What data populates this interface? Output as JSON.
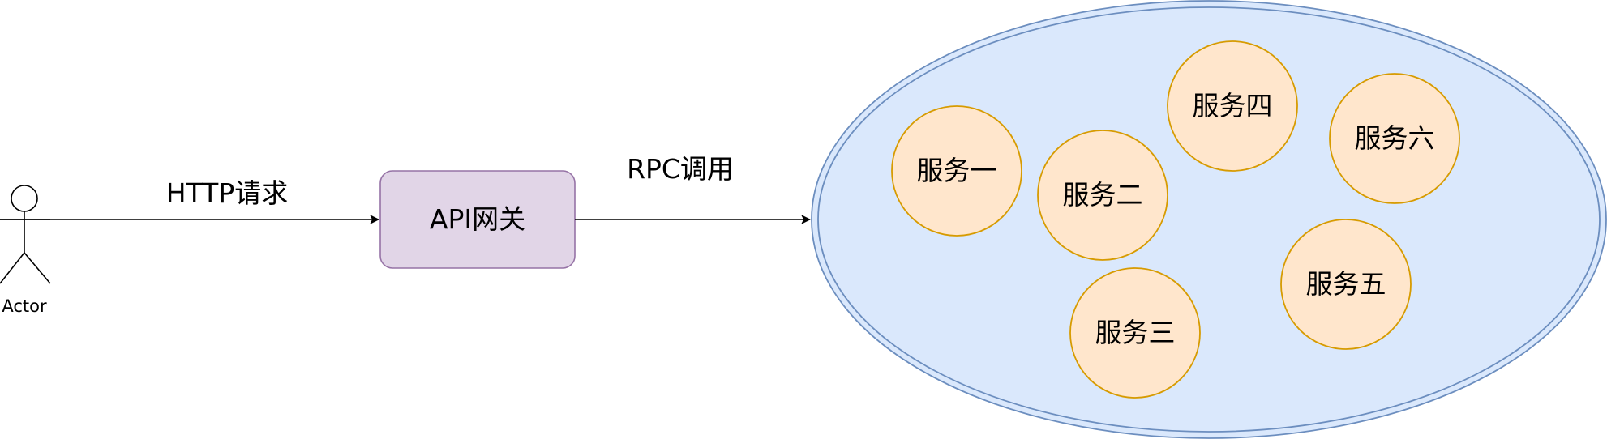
{
  "diagram": {
    "actor": {
      "label": "Actor"
    },
    "edges": {
      "http": {
        "label": "HTTP请求"
      },
      "rpc": {
        "label": "RPC调用"
      }
    },
    "gateway": {
      "label": "API网关",
      "fill": "#e1d5e7",
      "stroke": "#9673a6"
    },
    "cluster": {
      "fill": "#dae8fc",
      "stroke": "#6c8ebf"
    },
    "services": {
      "fill": "#ffe6cc",
      "stroke": "#d79b00",
      "s1": "服务一",
      "s2": "服务二",
      "s3": "服务三",
      "s4": "服务四",
      "s5": "服务五",
      "s6": "服务六"
    }
  }
}
